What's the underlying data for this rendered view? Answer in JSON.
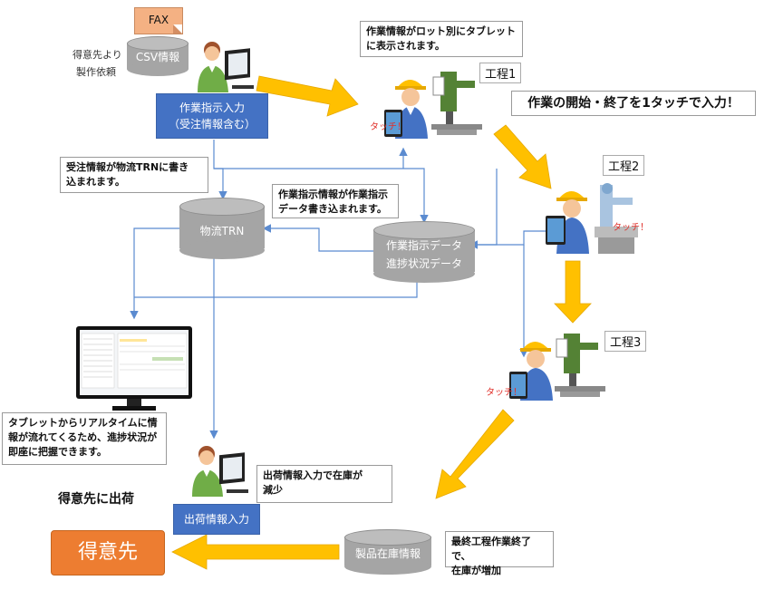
{
  "fax": {
    "label": "FAX"
  },
  "csv": {
    "label": "CSV情報",
    "side_line1": "得意先より",
    "side_line2": "製作依頼"
  },
  "work_instruction": {
    "line1": "作業指示入力",
    "line2": "（受注情報含む）"
  },
  "notes": {
    "tablet_display_line1": "作業情報がロット別にタブレット",
    "tablet_display_line2": "に表示されます。",
    "order_trn_line1": "受注情報が物流TRNに書き",
    "order_trn_line2": "込まれます。",
    "instruction_data_line1": "作業指示情報が作業指示",
    "instruction_data_line2": "データ書き込まれます。",
    "realtime_line1": "タブレットからリアルタイムに情",
    "realtime_line2": "報が流れてくるため、進捗状況が",
    "realtime_line3": "即座に把握できます。",
    "shipping_line1": "出荷情報入力で在庫が",
    "shipping_line2": "減少",
    "final_line1": "最終工程作業終了で、",
    "final_line2": "在庫が増加"
  },
  "headline": "作業の開始・終了を1タッチで入力！",
  "processes": {
    "p1": "工程1",
    "p2": "工程2",
    "p3": "工程3",
    "touch": "タッチ！"
  },
  "db": {
    "logistics": "物流TRN",
    "instruction_line1": "作業指示データ",
    "instruction_line2": "進捗状況データ",
    "inventory": "製品在庫情報"
  },
  "shipping_input": "出荷情報入力",
  "ship_to_customer": "得意先に出荷",
  "customer": "得意先",
  "colors": {
    "arrow_yellow": "#ffc000",
    "blue": "#4472c4",
    "line_blue": "#5b8bd0",
    "orange": "#ed7d31",
    "gray_db": "#a5a5a5"
  }
}
